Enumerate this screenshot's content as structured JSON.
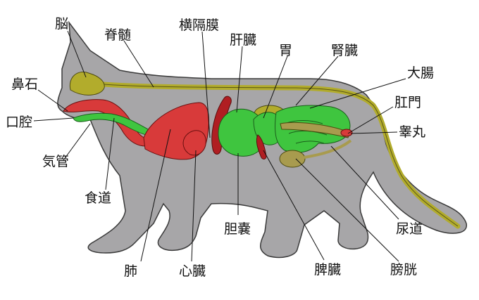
{
  "labels": {
    "brain": "脳",
    "spinal_cord": "脊髄",
    "diaphragm": "横隔膜",
    "liver": "肝臓",
    "stomach": "胃",
    "kidney": "腎臓",
    "nasal_sinus": "鼻石",
    "large_intestine": "大腸",
    "oral_cavity": "口腔",
    "anus": "肛門",
    "testicle": "睾丸",
    "trachea": "気管",
    "esophagus": "食道",
    "gallbladder": "胆嚢",
    "urethra": "尿道",
    "lung": "肺",
    "heart": "心臓",
    "spleen": "脾臓",
    "bladder": "膀胱"
  },
  "colors": {
    "body": "#a7a6a8",
    "body_outline": "#3a3a3a",
    "red_organs": "#d83a3a",
    "dark_red": "#b01e22",
    "green_organs": "#3fc53f",
    "olive_organs": "#b2ac2c",
    "neutral_organs": "#a89b4e"
  }
}
